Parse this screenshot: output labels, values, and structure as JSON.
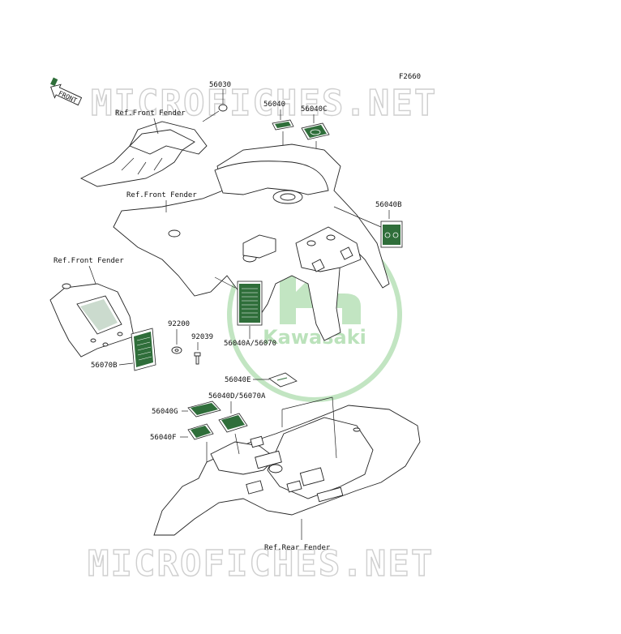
{
  "figure_code": "F2660",
  "front_tag": "FRONT",
  "watermark": {
    "text": "MICROFICHES.NET"
  },
  "logo": {
    "brand_text": "Kawasaki",
    "color": "#8fcf8f"
  },
  "ref_labels": {
    "front_fender_1": "Ref.Front Fender",
    "front_fender_2": "Ref.Front Fender",
    "front_fender_3": "Ref.Front Fender",
    "rear_fender": "Ref.Rear Fender"
  },
  "part_numbers": {
    "p56030": "56030",
    "p56040": "56040",
    "p56040c": "56040C",
    "p56040b": "56040B",
    "p92200": "92200",
    "p92039": "92039",
    "p56070b": "56070B",
    "p56040a_56070": "56040A/56070",
    "p56040e": "56040E",
    "p56040d_56070a": "56040D/56070A",
    "p56040g": "56040G",
    "p56040f": "56040F"
  }
}
